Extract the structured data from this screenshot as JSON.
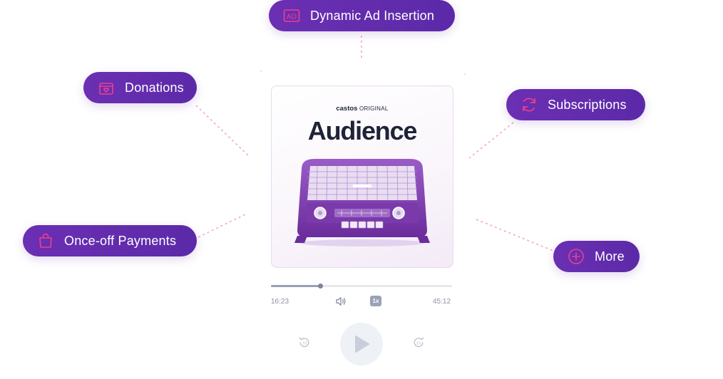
{
  "features": {
    "dynamic_ad": {
      "label": "Dynamic Ad Insertion",
      "icon": "ad-icon"
    },
    "donations": {
      "label": "Donations",
      "icon": "gift-box-icon"
    },
    "subscriptions": {
      "label": "Subscriptions",
      "icon": "refresh-icon"
    },
    "payments": {
      "label": "Once-off Payments",
      "icon": "shopping-bag-icon"
    },
    "more": {
      "label": "More",
      "icon": "plus-circle-icon"
    }
  },
  "cover": {
    "brand": "castos",
    "brand_tag": "ORIGINAL",
    "title": "Audience",
    "image": "vintage-radio-illustration"
  },
  "player": {
    "elapsed": "16:23",
    "duration": "45:12",
    "progress": 0.27,
    "speed": "1x",
    "skip_back_seconds": "10",
    "skip_forward_seconds": "10"
  },
  "colors": {
    "pill_bg": "#5f2bad",
    "accent_pink": "#ee3f8c",
    "cover_title": "#1f2338"
  }
}
